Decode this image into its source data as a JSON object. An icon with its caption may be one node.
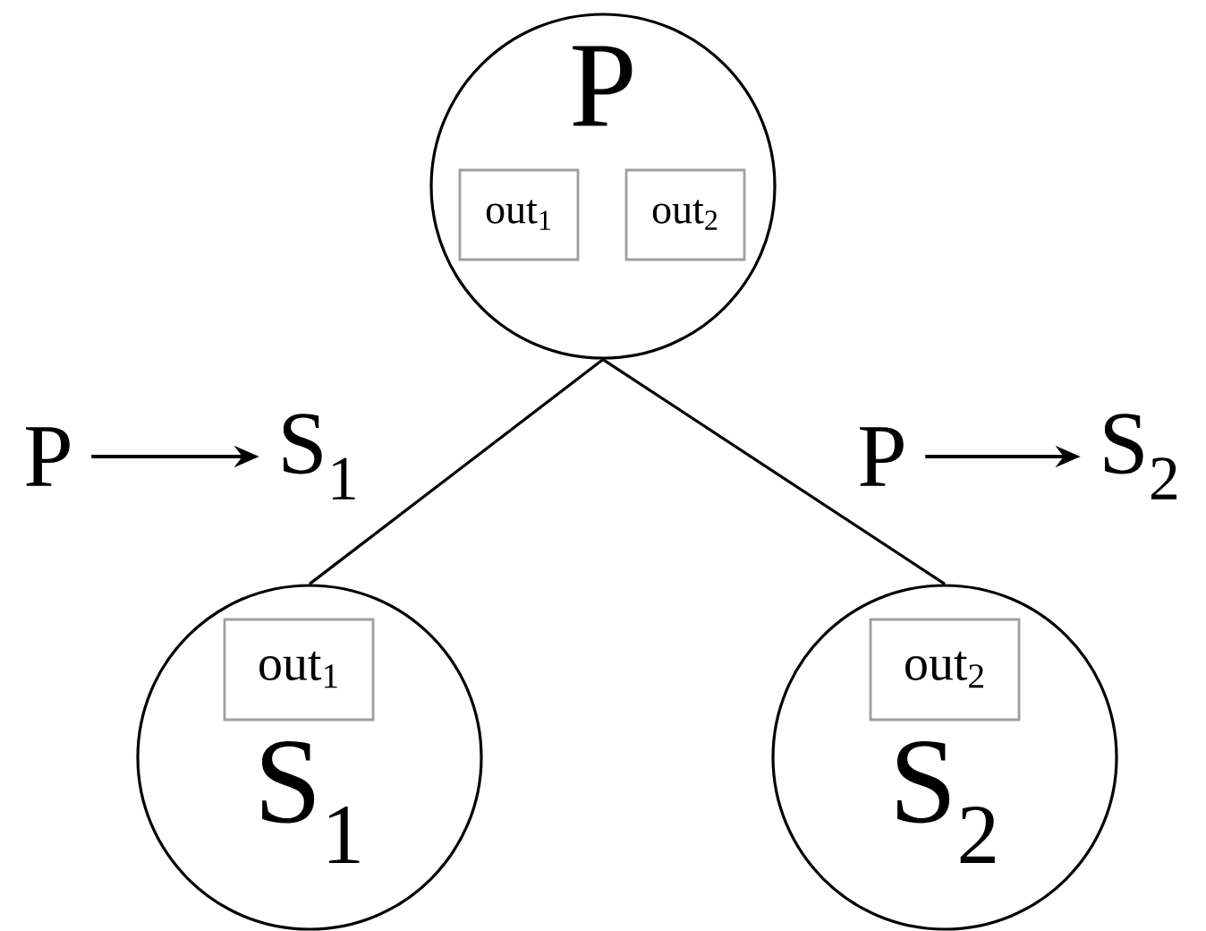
{
  "diagram": {
    "nodes": [
      {
        "text": [
          "P"
        ]
      },
      {
        "text": [
          "out$_{1}$"
        ],
        "in": 0
      },
      {
        "text": [
          "out$_{2}$"
        ],
        "in": 0
      },
      {
        "text": [
          "S$_{1}$"
        ]
      },
      {
        "text": [
          "out$_{1}$"
        ],
        "in": 3
      },
      {
        "text": [
          "S$_{2}$"
        ]
      },
      {
        "text": [
          "out$_{2}$"
        ],
        "in": 5
      },
      {
        "text": [
          "P"
        ]
      },
      {
        "text": [
          "S$_{1}$"
        ]
      },
      {
        "text": [
          "P"
        ]
      },
      {
        "text": [
          "S$_{2}$"
        ]
      }
    ],
    "edges": [
      {
        "from": 0,
        "to": 3,
        "arrow": "none"
      },
      {
        "from": 0,
        "to": 5,
        "arrow": "none"
      },
      {
        "from": 7,
        "to": 8,
        "arrow": "to"
      },
      {
        "from": 9,
        "to": 10,
        "arrow": "to"
      }
    ]
  }
}
